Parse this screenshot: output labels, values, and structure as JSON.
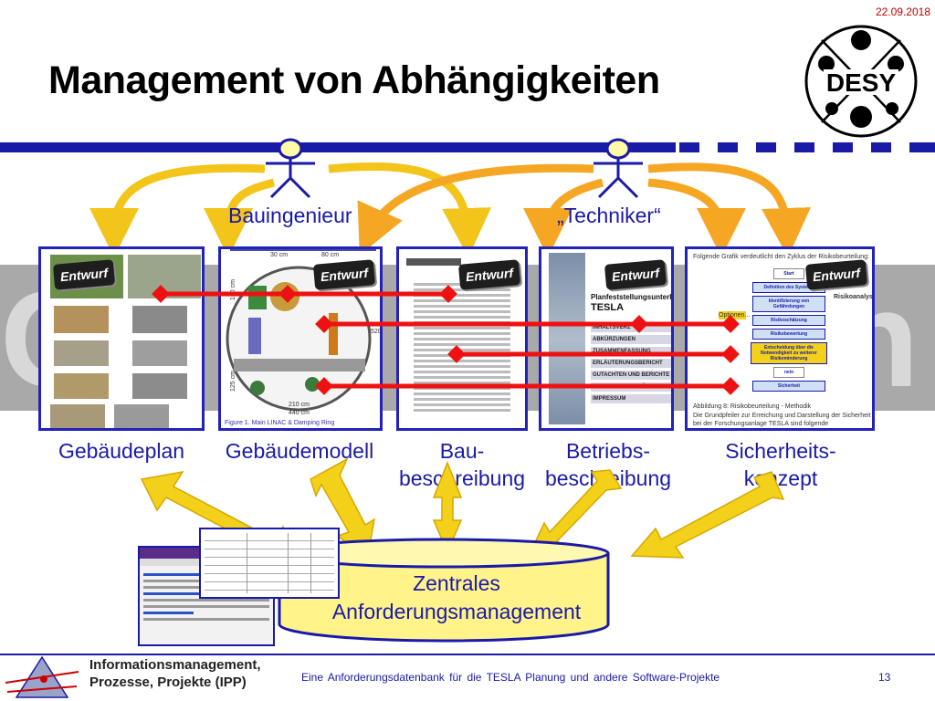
{
  "slide": {
    "date": "22.09.2018",
    "title": "Management von Abhängigkeiten",
    "page_number": "13",
    "footer_text": "Eine  Anforderungsdatenbank  für  die  TESLA Planung und andere Software-Projekte",
    "org_line1": "Informationsmanagement,",
    "org_line2": "Prozesse, Projekte (IPP)",
    "logo_text": "DESY"
  },
  "roles": {
    "left": "Bauingenieur",
    "right": "„Techniker“"
  },
  "documents": [
    {
      "label1": "Gebäudeplan",
      "label2": "",
      "stamp": "Entwurf"
    },
    {
      "label1": "Gebäudemodell",
      "label2": "",
      "stamp": "Entwurf"
    },
    {
      "label1": "Bau-",
      "label2": "beschreibung",
      "stamp": "Entwurf"
    },
    {
      "label1": "Betriebs-",
      "label2": "beschreibung",
      "stamp": "Entwurf"
    },
    {
      "label1": "Sicherheits-",
      "label2": "konzept",
      "stamp": "Entwurf"
    }
  ],
  "thumb_texts": {
    "model_caption": "Figure 1.  Main LINAC & Damping Ring",
    "model_dim_top1": "30 cm",
    "model_dim_top2": "80 cm",
    "model_dim_bottom1": "210 cm",
    "model_dim_bottom2": "440 cm",
    "model_dim_left1": "150 cm",
    "model_dim_left2": "125 cm",
    "model_dim_right": "520",
    "betrieb_title1": "Planfeststellungsunterlage",
    "betrieb_title2": "TESLA",
    "betrieb_items": [
      "INHALTSVERZ",
      "ABKÜRZUNGEN",
      "ZUSAMMENFASSUNG",
      "ERLÄUTERUNGSBERICHT",
      "GUTACHTEN UND BERICHTE",
      "ANLAGEN UND PLÄNE",
      "IMPRESSUM"
    ],
    "sicher_intro": "Folgende Grafik verdeutlicht den Zyklus der Risikobeurteilung:",
    "sicher_boxes": [
      "Start",
      "Definition des Systems",
      "Identifizierung von Gefährdungen",
      "Risikoschätzung",
      "Risikobewertung",
      "Entscheidung über die Notwendigkeit zu weiterer Risikominderung",
      "nein",
      "Sicherheit"
    ],
    "sicher_side": "Risikoanalyse",
    "sicher_opt": "Optionen...",
    "sicher_caption": "Abbildung 8: Risikobeurteilung - Methodik",
    "sicher_text": "Die Grundpfeiler zur Erreichung und Darstellung der Sicherheit bei der Forschungsanlage TESLA sind folgende organisatorischen und technischen Maßnahmen:"
  },
  "database": {
    "line1": "Zentrales",
    "line2": "Anforderungsmanagement"
  },
  "watermark": {
    "left": "C",
    "right": "n"
  },
  "colors": {
    "blue": "#1a1aa8",
    "red": "#ee1111",
    "arrow_orange": "#f5a623",
    "arrow_yellow": "#f3d01a",
    "cylinder": "#fff38a"
  }
}
